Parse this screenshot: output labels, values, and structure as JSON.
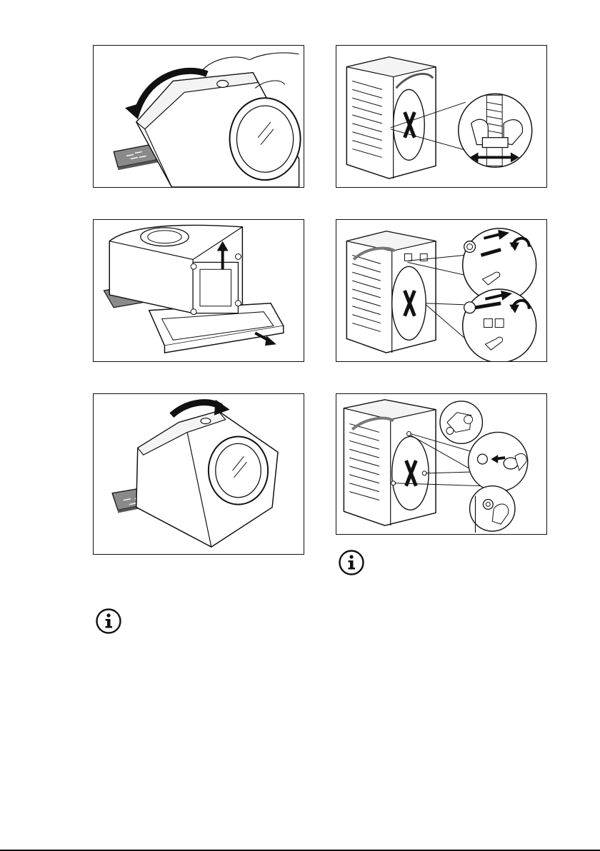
{
  "figures": [
    {
      "id": "tilt-back",
      "icon": "tilt-machine-back-illustration"
    },
    {
      "id": "remove-hose-clip",
      "icon": "remove-hose-clamp-illustration"
    },
    {
      "id": "remove-base",
      "icon": "remove-polystyrene-base-illustration"
    },
    {
      "id": "remove-transit-bolts",
      "icon": "unscrew-transit-bolts-illustration"
    },
    {
      "id": "tilt-forward",
      "icon": "tilt-machine-forward-illustration"
    },
    {
      "id": "insert-plugs",
      "icon": "insert-plastic-caps-illustration"
    }
  ],
  "notes": [
    {
      "id": "note-left",
      "icon": "info-icon"
    },
    {
      "id": "note-right",
      "icon": "info-icon"
    }
  ],
  "colors": {
    "line": "#111111",
    "shade": "#8a8a8a",
    "background": "#ffffff"
  }
}
